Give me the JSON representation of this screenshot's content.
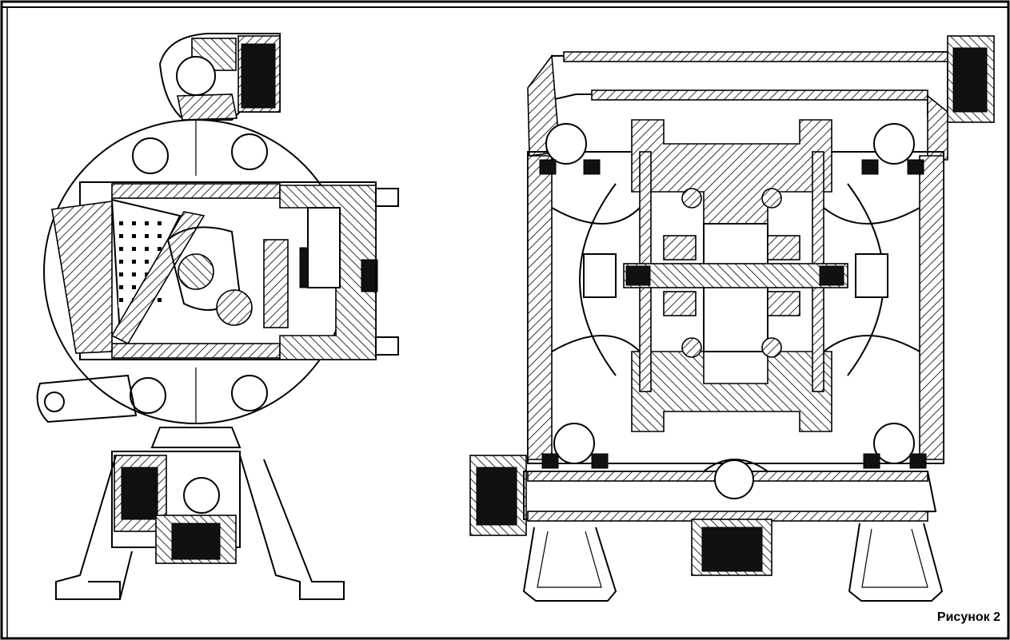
{
  "caption": "Рисунок 2",
  "figures": {
    "left": "pump-side-section-view",
    "right": "pump-front-section-view"
  }
}
